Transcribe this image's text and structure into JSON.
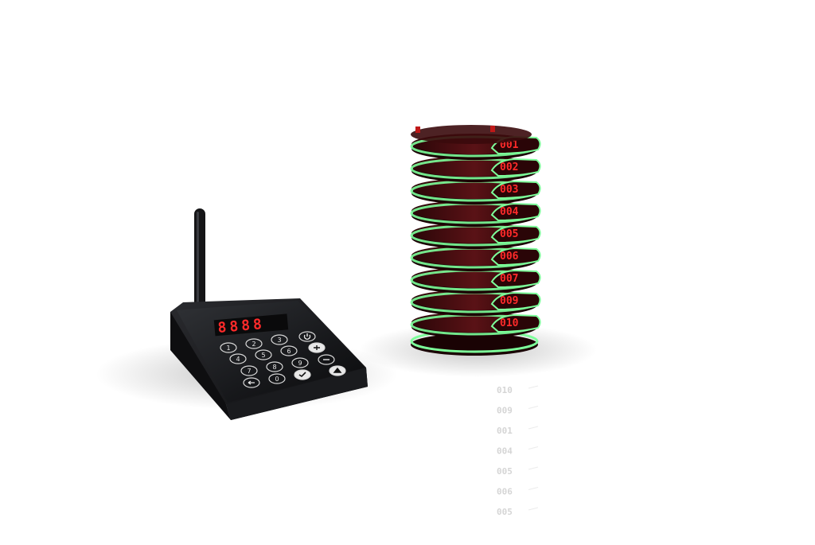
{
  "transmitter": {
    "display": "8888",
    "keys": [
      "1",
      "2",
      "3",
      "4",
      "5",
      "6",
      "7",
      "8",
      "9",
      "0"
    ],
    "key_icons": [
      "power-icon",
      "plus-icon",
      "minus-icon",
      "back-icon",
      "check-icon",
      "up-icon"
    ]
  },
  "pagers": {
    "numbers": [
      "001",
      "002",
      "003",
      "004",
      "005",
      "006",
      "007",
      "009",
      "010"
    ],
    "reflection_numbers": [
      "010",
      "009",
      "001",
      "004",
      "005",
      "006",
      "005"
    ]
  },
  "colors": {
    "background": "#ffffff",
    "pager_ring": "#7dff9a",
    "pager_body": "#3a0c0e",
    "led_red": "#ff2a2a",
    "device_body": "#1b1c1f"
  }
}
